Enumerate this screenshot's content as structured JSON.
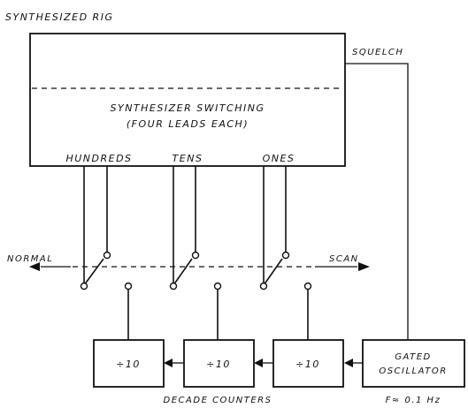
{
  "diagram": {
    "title": "SYNTHESIZED RIG",
    "rig_box": {
      "switching_line1": "SYNTHESIZER SWITCHING",
      "switching_line2": "(FOUR LEADS EACH)"
    },
    "squelch_label": "SQUELCH",
    "digit_labels": [
      "HUNDREDS",
      "TENS",
      "ONES"
    ],
    "normal_label": "NORMAL",
    "scan_label": "SCAN",
    "counters": [
      "÷10",
      "÷10",
      "÷10"
    ],
    "counters_caption": "DECADE COUNTERS",
    "oscillator": {
      "line1": "GATED",
      "line2": "OSCILLATOR",
      "frequency": "F≈ 0.1 Hz"
    }
  }
}
